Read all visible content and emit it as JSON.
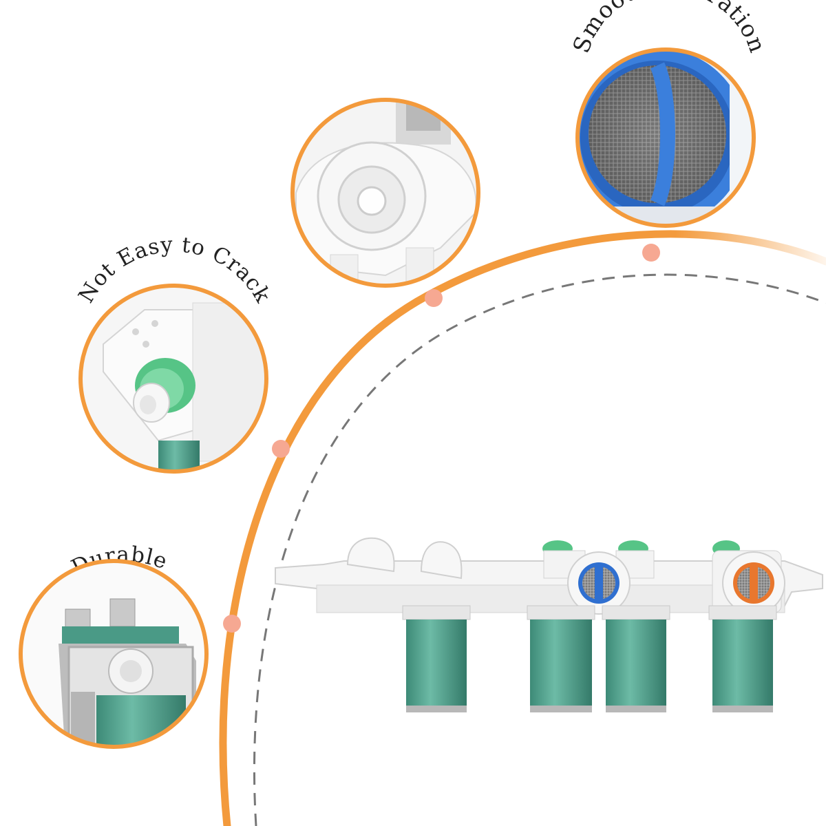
{
  "features": {
    "smooth_operation": "Smooth Operation",
    "not_easy_to_crack": "Not Easy to Crack",
    "durable": "Durable"
  },
  "colors": {
    "accent_orange": "#f39a3c",
    "dot_pink": "#f6a892",
    "dash_gray": "#777777",
    "coil_green": "#4a9a86",
    "nozzle_green": "#56c486",
    "hot_orange": "#e8772e",
    "cold_blue": "#2f6fd0"
  },
  "icons": [
    "filter-screen-icon",
    "valve-inlet-icon",
    "solenoid-coil-icon"
  ]
}
